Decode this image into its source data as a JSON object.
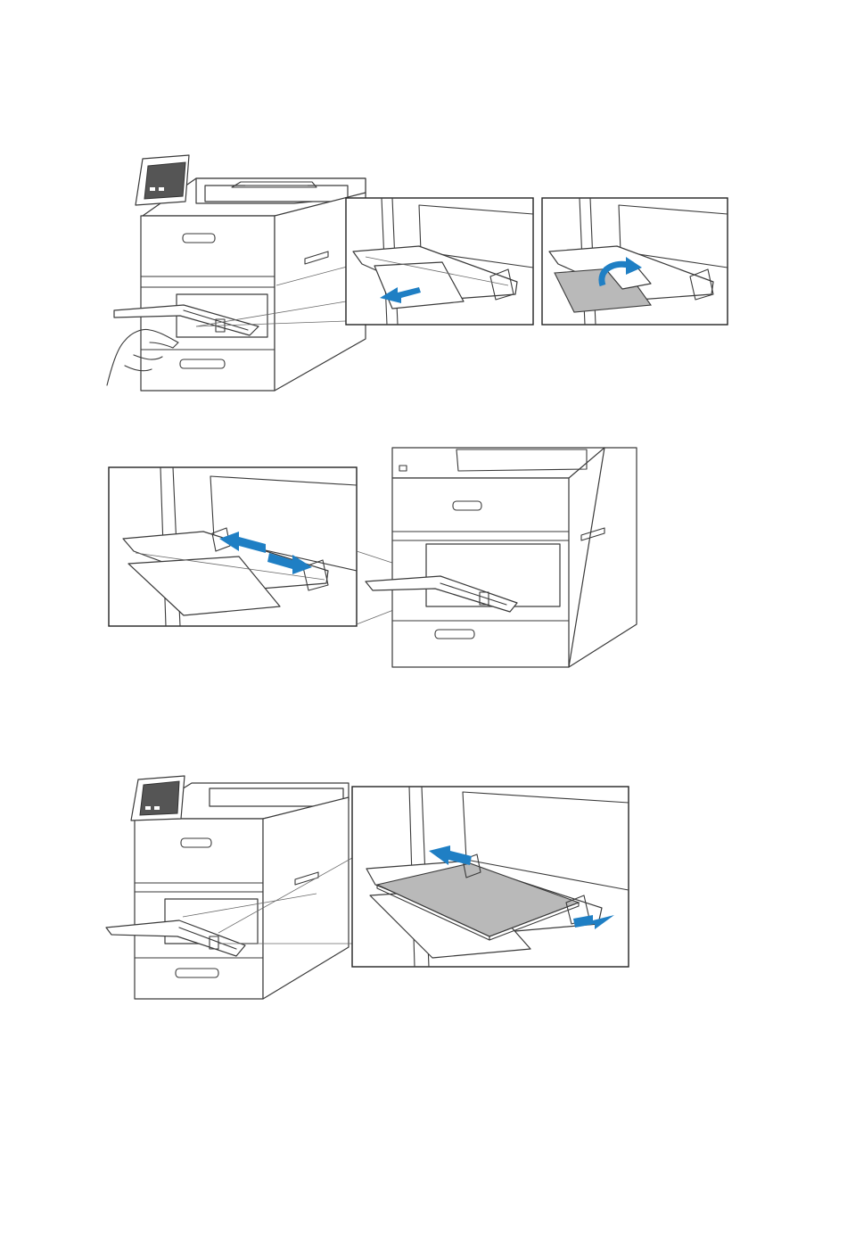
{
  "page": {
    "background": "#ffffff"
  },
  "colors": {
    "arrow": "#1f7fc4",
    "line": "#3a3a3a",
    "paper": "#b9b9b9"
  },
  "figures": [
    {
      "icon": "printer-extend-tray-extension-illustration"
    },
    {
      "icon": "printer-adjust-width-guides-illustration"
    },
    {
      "icon": "printer-load-paper-illustration"
    }
  ]
}
